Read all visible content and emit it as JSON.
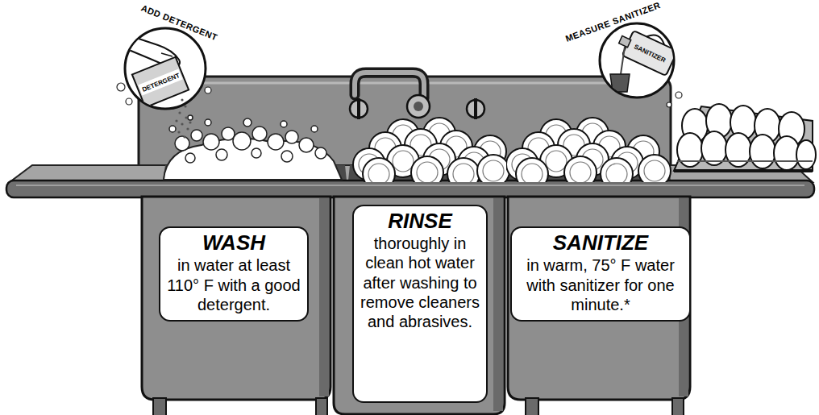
{
  "diagram": {
    "nodes": [
      {
        "text": [
          "WASH",
          "in water at least 110° F with a good detergent."
        ]
      },
      {
        "text": [
          "RINSE",
          "thoroughly in clean hot water after washing to remove cleaners and abrasives."
        ]
      },
      {
        "text": [
          "SANITIZE",
          "in warm, 75° F water with sanitizer for one minute.*"
        ]
      }
    ],
    "labels": [
      "ADD DETERGENT",
      "DETERGENT",
      "MEASURE SANITIZER",
      "SANITIZER"
    ]
  }
}
